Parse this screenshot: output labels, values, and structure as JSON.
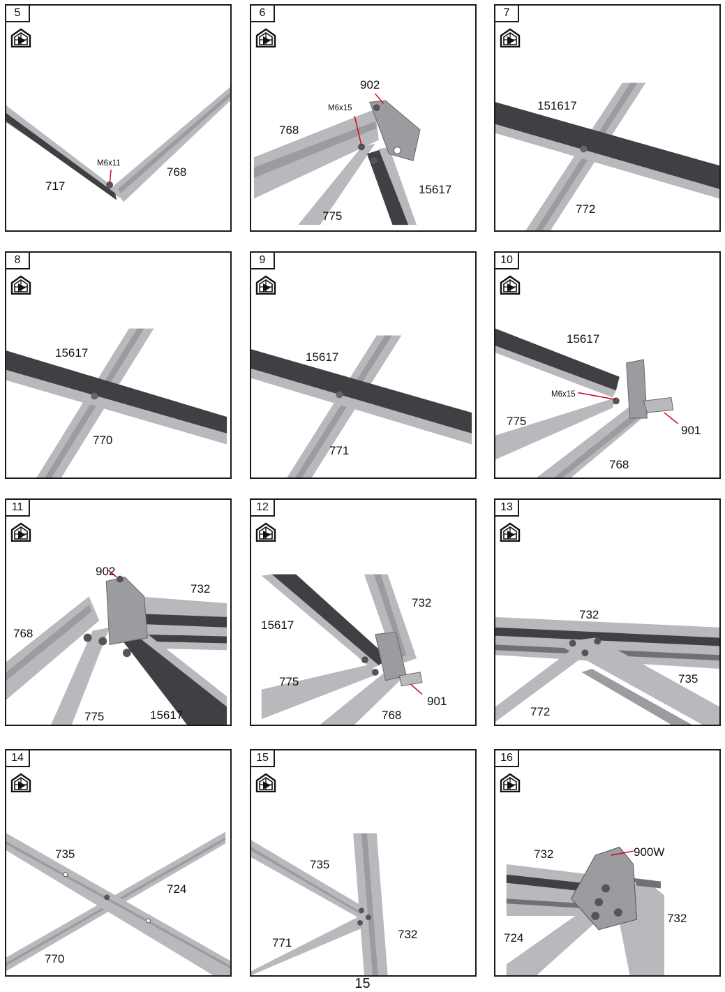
{
  "page_number": "15",
  "icon": "greenhouse-icon",
  "colors": {
    "frame": "#1a1a1a",
    "profile_light": "#b7b9bc",
    "profile_mid": "#9a9c9f",
    "profile_dark": "#3f4043",
    "callout": "#d0021b"
  },
  "steps": [
    {
      "number": "5",
      "labels": [
        "717",
        "768"
      ],
      "fastener": "M6x11"
    },
    {
      "number": "6",
      "labels": [
        "902",
        "768",
        "15617",
        "775"
      ],
      "fastener": "M6x15"
    },
    {
      "number": "7",
      "labels": [
        "151617",
        "772"
      ]
    },
    {
      "number": "8",
      "labels": [
        "15617",
        "770"
      ]
    },
    {
      "number": "9",
      "labels": [
        "15617",
        "771"
      ]
    },
    {
      "number": "10",
      "labels": [
        "15617",
        "775",
        "901",
        "768"
      ],
      "fastener": "M6x15"
    },
    {
      "number": "11",
      "labels": [
        "902",
        "732",
        "768",
        "775",
        "15617"
      ]
    },
    {
      "number": "12",
      "labels": [
        "732",
        "15617",
        "775",
        "901",
        "768"
      ]
    },
    {
      "number": "13",
      "labels": [
        "732",
        "735",
        "772"
      ]
    },
    {
      "number": "14",
      "labels": [
        "735",
        "724",
        "770"
      ]
    },
    {
      "number": "15",
      "labels": [
        "735",
        "771",
        "732"
      ]
    },
    {
      "number": "16",
      "labels": [
        "732",
        "900W",
        "724",
        "732"
      ]
    }
  ]
}
